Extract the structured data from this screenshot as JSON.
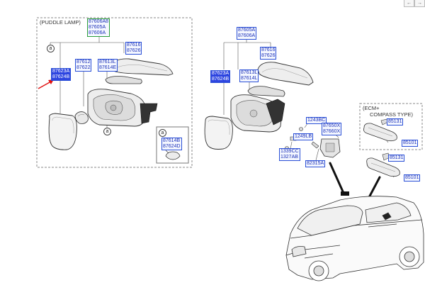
{
  "panels": {
    "puddle_lamp": "(PUDDLE LAMP)",
    "ecm_line1": "(ECM+",
    "ecm_line2": "COMPASS TYPE)"
  },
  "callouts": {
    "a": "a"
  },
  "toolbar": {
    "back_glyph": "←",
    "forward_glyph": "→"
  },
  "parts": {
    "p_87606A8": "87606A8",
    "p_87605A_l": "87605A",
    "p_87606A_l": "87606A",
    "p_87616_l": "87616",
    "p_87626_l": "87626",
    "p_87612": "87612",
    "p_87622": "87622",
    "p_87613L_l": "87613L",
    "p_87614E_l": "87614E",
    "p_87623A_l": "87623A",
    "p_87624B_l": "87624B",
    "p_87614B": "87614B",
    "p_87624D": "87624D",
    "p_87605A_r": "87605A",
    "p_87606A_r": "87606A",
    "p_87616_r": "87616",
    "p_87626_r": "87626",
    "p_87623A_r": "87623A",
    "p_87624B_r": "87624B",
    "p_87613L_r": "87613L",
    "p_87614L_r": "87614L",
    "p_1243BC": "1243BC",
    "p_87650X": "87650X",
    "p_87660X": "87660X",
    "p_1249LB": "1249LB",
    "p_1339CC": "1339CC",
    "p_1327AB": "1327AB",
    "p_82315A": "82315A",
    "p_85131_a": "85131",
    "p_85101_a": "85101",
    "p_85131_b": "85131",
    "p_85101_b": "85101"
  }
}
